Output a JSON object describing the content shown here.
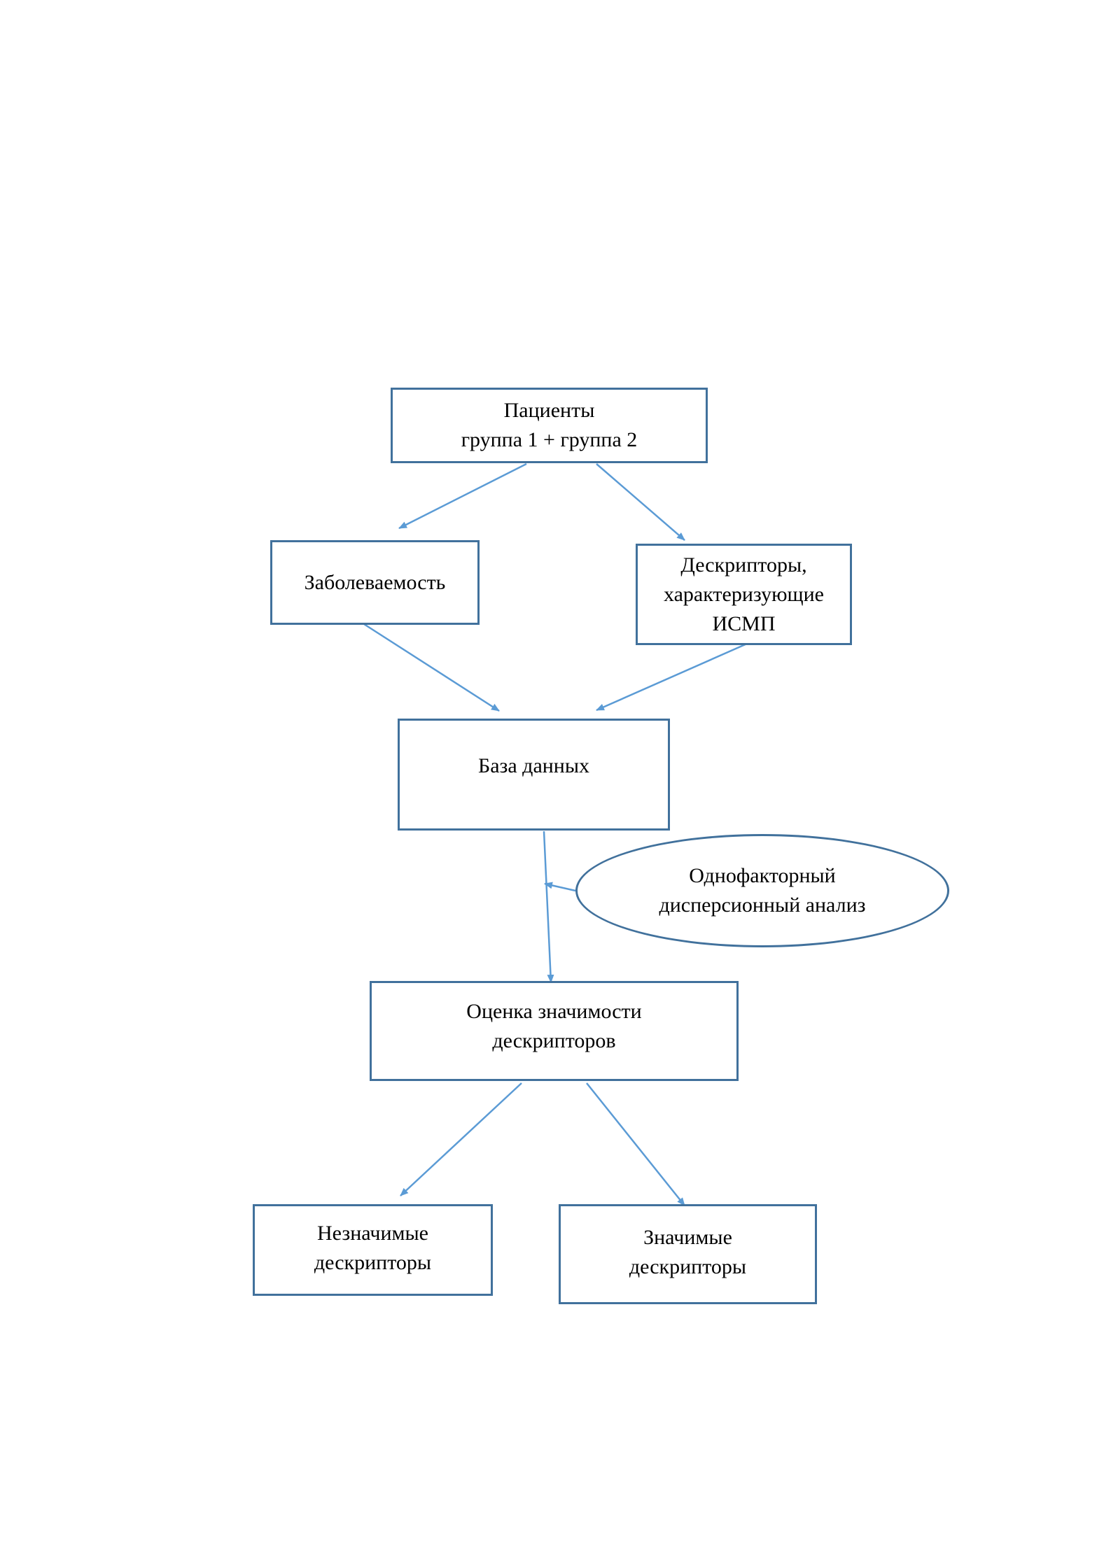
{
  "diagram": {
    "patients": {
      "line1": "Пациенты",
      "line2": "группа 1 + группа 2"
    },
    "morbidity": {
      "label": "Заболеваемость"
    },
    "descriptors": {
      "line1": "Дескрипторы,",
      "line2": "характеризующие",
      "line3": "ИСМП"
    },
    "database": {
      "label": "База данных"
    },
    "anova": {
      "line1": "Однофакторный",
      "line2": "дисперсионный анализ"
    },
    "significance": {
      "line1": "Оценка значимости",
      "line2": "дескрипторов"
    },
    "insignificant": {
      "line1": "Незначимые",
      "line2": "дескрипторы"
    },
    "significant": {
      "line1": "Значимые",
      "line2": "дескрипторы"
    }
  },
  "colors": {
    "box_border": "#41719c",
    "arrow": "#5b9bd5"
  }
}
